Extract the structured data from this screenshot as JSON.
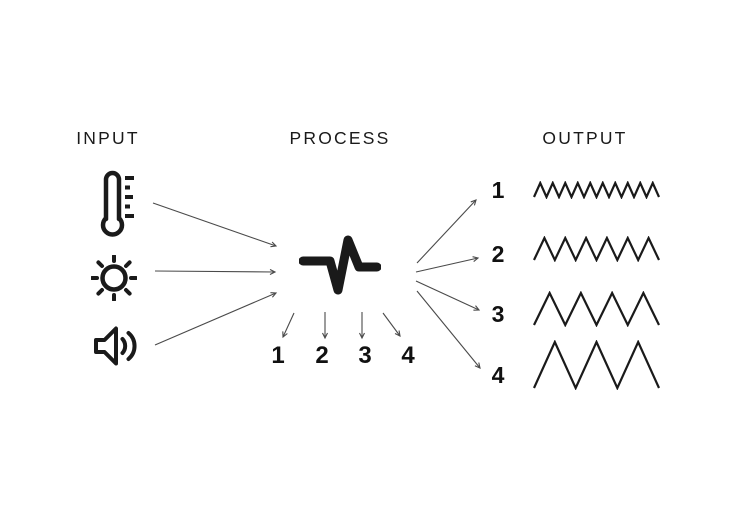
{
  "headers": {
    "input": "INPUT",
    "process": "PROCESS",
    "output": "OUTPUT"
  },
  "inputs": [
    {
      "name": "temperature",
      "icon": "thermometer-icon"
    },
    {
      "name": "light",
      "icon": "sun-icon"
    },
    {
      "name": "sound",
      "icon": "speaker-icon"
    }
  ],
  "process": {
    "icon": "pulse-icon",
    "branch_labels": [
      "1",
      "2",
      "3",
      "4"
    ]
  },
  "outputs": [
    {
      "label": "1",
      "wave": {
        "type": "zigzag",
        "peaks": 10,
        "amplitude": 7
      }
    },
    {
      "label": "2",
      "wave": {
        "type": "zigzag",
        "peaks": 6,
        "amplitude": 11
      }
    },
    {
      "label": "3",
      "wave": {
        "type": "zigzag",
        "peaks": 4,
        "amplitude": 16
      }
    },
    {
      "label": "4",
      "wave": {
        "type": "zigzag",
        "peaks": 3,
        "amplitude": 23
      }
    }
  ],
  "colors": {
    "ink": "#1a1a1a",
    "arrow": "#4a4a4a",
    "background": "#ffffff"
  }
}
